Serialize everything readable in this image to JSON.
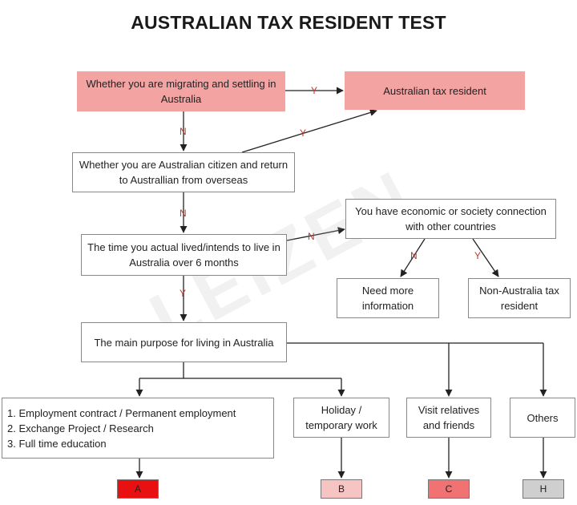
{
  "title": "AUSTRALIAN TAX RESIDENT TEST",
  "nodes": {
    "migrating": "Whether you are migrating and settling in Australia",
    "resident": "Australian tax resident",
    "citizen": "Whether you are Australian citizen and return to Australlian from overseas",
    "lived": "The time you actual lived/intends to live in Australia over 6 months",
    "connection": "You have economic or society connection with other countries",
    "need_info": "Need more information",
    "non_resident": "Non-Australia tax resident",
    "purpose": "The main purpose for living in Australia",
    "employment": [
      "1. Employment contract / Permanent employment",
      "2. Exchange Project / Research",
      "3. Full time education"
    ],
    "holiday": "Holiday / temporary work",
    "visit": "Visit relatives and friends",
    "others": "Others"
  },
  "edge_labels": {
    "y": "Y",
    "n": "N"
  },
  "results": [
    {
      "label": "A",
      "color": "#e81010"
    },
    {
      "label": "B",
      "color": "#f7c4c4"
    },
    {
      "label": "C",
      "color": "#f07272"
    },
    {
      "label": "H",
      "color": "#cfcfcf"
    }
  ],
  "colors": {
    "accent_box": "#f4a3a3",
    "arrow": "#222222",
    "edge_label": "#c0392b"
  }
}
